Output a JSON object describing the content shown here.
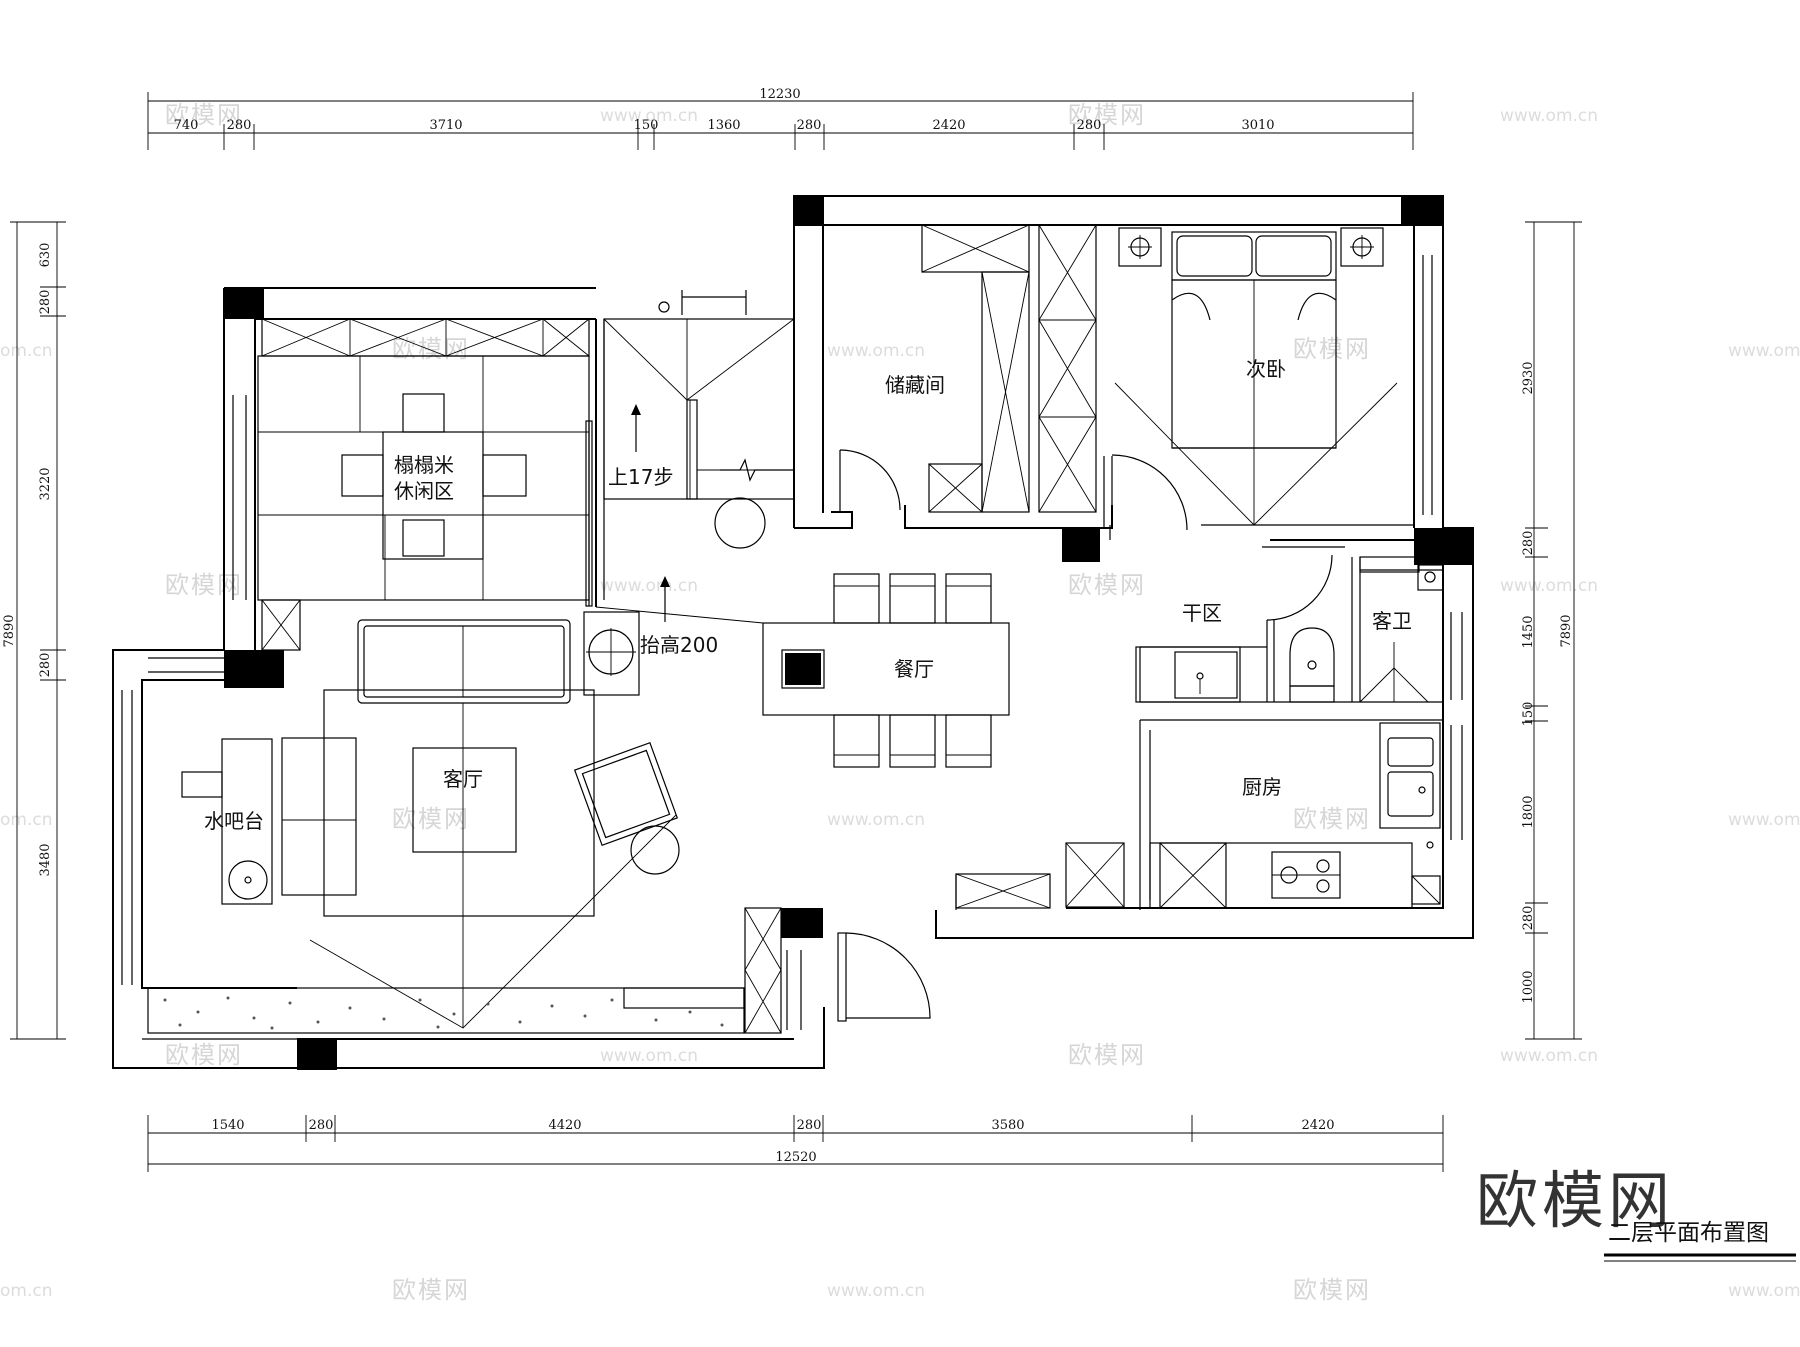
{
  "rooms": {
    "tatami_line1": "榻榻米",
    "tatami_line2": "休闲区",
    "storage": "储藏间",
    "second_bedroom": "次卧",
    "stairs": "上17步",
    "raised": "抬高200",
    "dining": "餐厅",
    "dry_area": "干区",
    "guest_bath": "客卫",
    "living": "客厅",
    "water_bar": "水吧台",
    "kitchen": "厨房"
  },
  "dimensions": {
    "top_total": "12230",
    "top_segments": [
      "740",
      "280",
      "3710",
      "150",
      "1360",
      "280",
      "2420",
      "280",
      "3010"
    ],
    "bottom_segments": [
      "1540",
      "280",
      "4420",
      "280",
      "3580",
      "2420"
    ],
    "bottom_total": "12520",
    "left_segments": [
      "630",
      "280",
      "3220",
      "280",
      "3480"
    ],
    "left_total": "7890",
    "right_segments": [
      "2930",
      "280",
      "1450",
      "150",
      "1800",
      "280",
      "1000"
    ],
    "right_total": "7890"
  },
  "watermark": {
    "brand": "欧模网",
    "url": "www.om.cn",
    "url_cut": "om.cn"
  },
  "drawing_title": "二层平面布置图"
}
